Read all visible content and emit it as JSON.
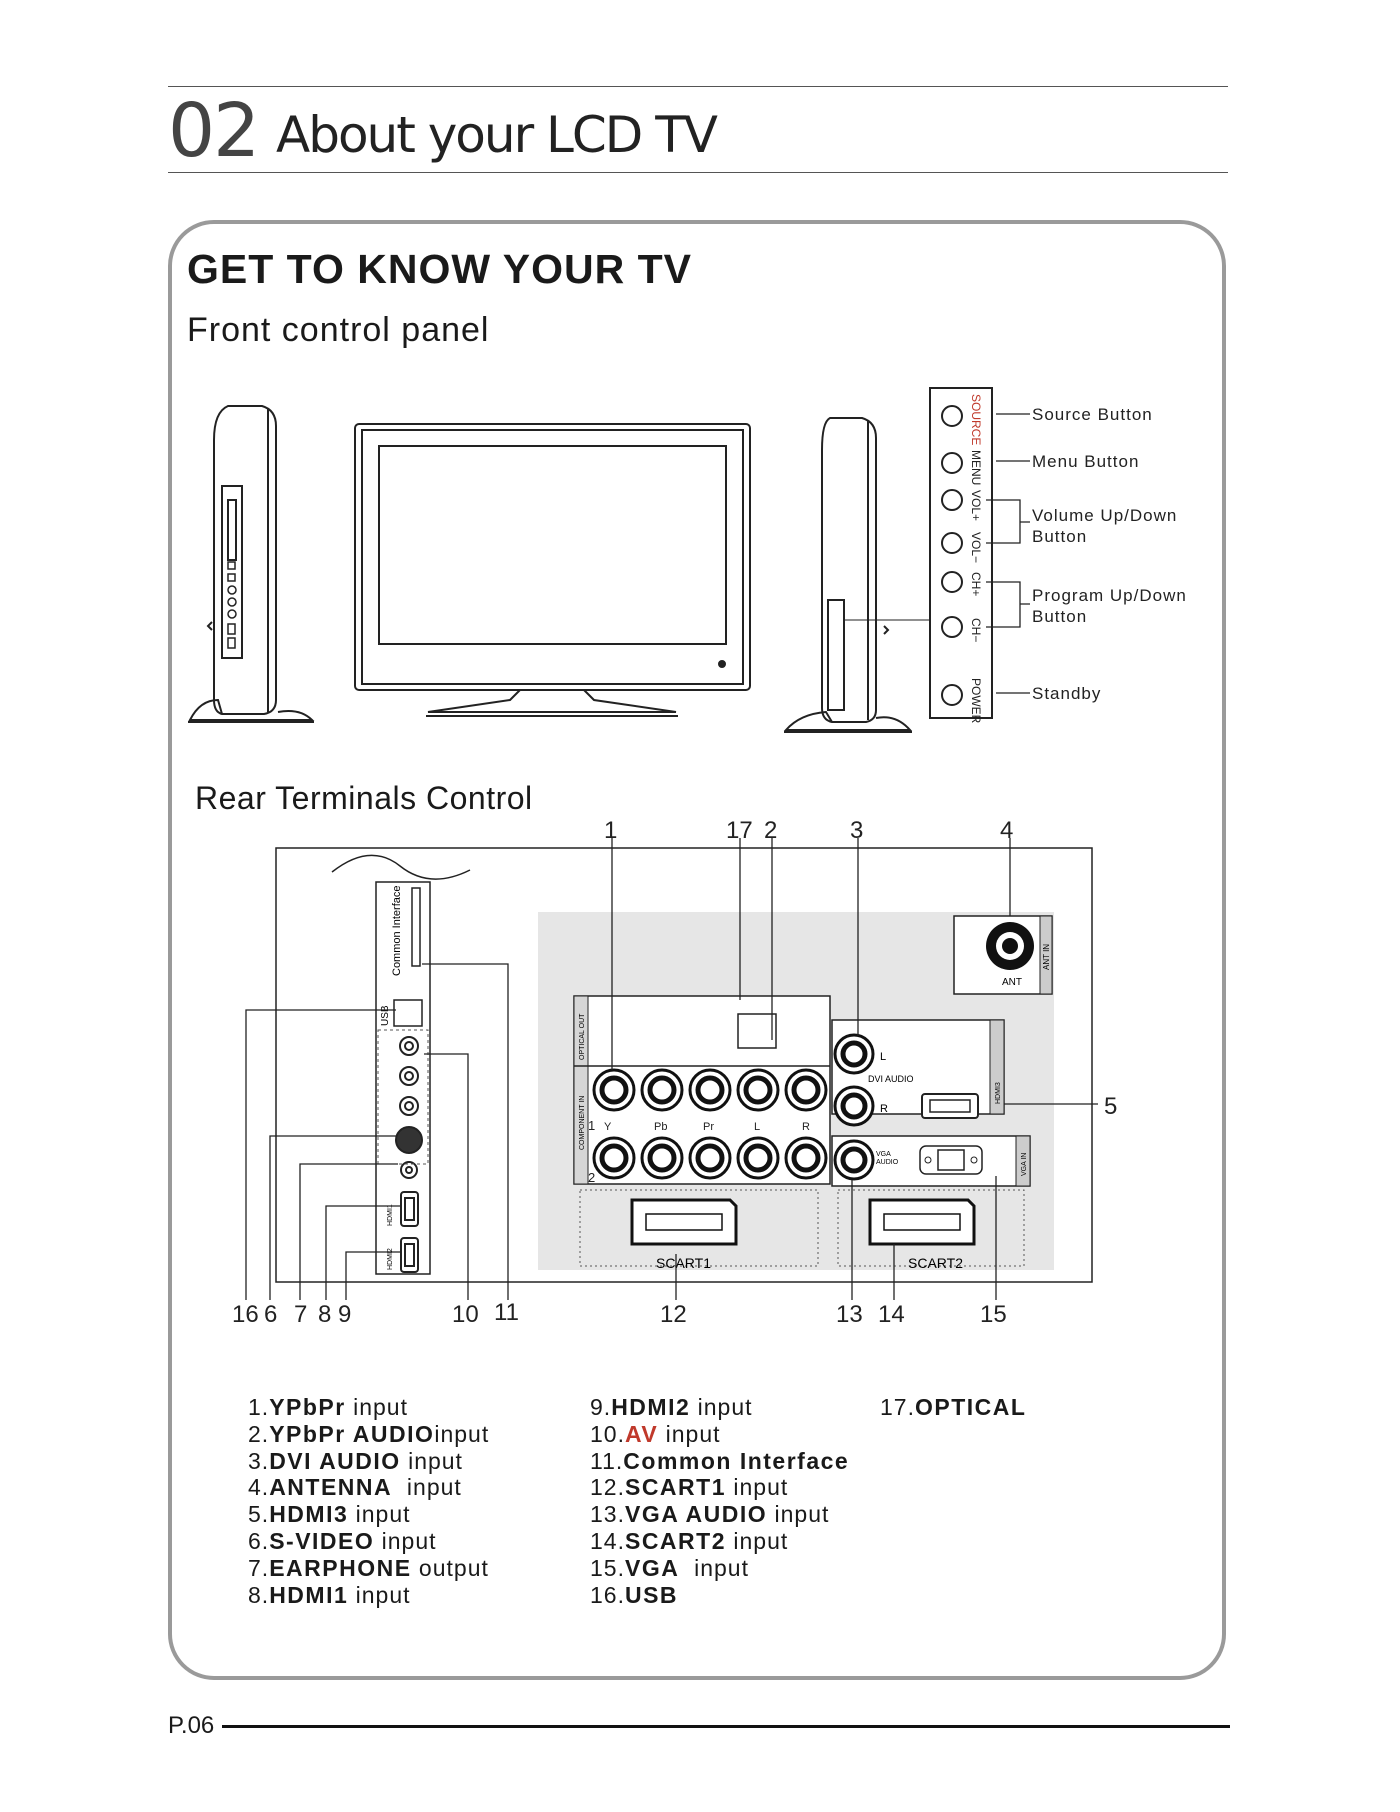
{
  "chapter": {
    "number": "02",
    "title": "About your LCD TV"
  },
  "section_title": "GET TO KNOW YOUR TV",
  "front_panel": {
    "heading": "Front control panel",
    "button_labels": [
      "SOURCE",
      "MENU",
      "VOL+",
      "VOL−",
      "CH+",
      "CH−",
      "POWER"
    ],
    "callouts": {
      "source": "Source Button",
      "menu": "Menu Button",
      "volume_line1": "Volume Up/Down",
      "volume_line2": "Button",
      "program_line1": "Program Up/Down",
      "program_line2": "Button",
      "standby": "Standby"
    }
  },
  "rear_panel": {
    "heading": "Rear Terminals Control",
    "top_numbers": [
      "1",
      "17",
      "2",
      "3",
      "4"
    ],
    "right_number": "5",
    "bottom_numbers": [
      "16",
      "6",
      "7",
      "8",
      "9",
      "10",
      "11",
      "12",
      "13",
      "14",
      "15"
    ],
    "labels": {
      "common_interface": "Common Interface",
      "usb": "USB",
      "ant": "ANT",
      "ant_in": "ANT IN",
      "dvi_audio": "DVI AUDIO",
      "l": "L",
      "r": "R",
      "row1": "1",
      "row2": "2",
      "y": "Y",
      "pb": "Pb",
      "pr": "Pr",
      "scart1": "SCART1",
      "scart2": "SCART2",
      "vga_audio_1": "VGA",
      "vga_audio_2": "AUDIO",
      "vga_in": "VGA IN",
      "hdmi3": "HDMI3",
      "optical_out": "OPTICAL OUT",
      "component_in": "COMPONENT IN",
      "hdmi1": "HDMI1",
      "hdmi2": "HDMI2"
    }
  },
  "legend": {
    "col1": [
      {
        "num": "1.",
        "bold": "YPbPr",
        "rest": " input"
      },
      {
        "num": "2.",
        "bold": "YPbPr  AUDIO",
        "rest": "input"
      },
      {
        "num": "3.",
        "bold": "DVI  AUDIO",
        "rest": " input"
      },
      {
        "num": "4.",
        "bold": "ANTENNA",
        "rest": "  input"
      },
      {
        "num": "5.",
        "bold": "HDMI3",
        "rest": " input"
      },
      {
        "num": "6.",
        "bold": "S-VIDEO",
        "rest": " input"
      },
      {
        "num": "7.",
        "bold": "EARPHONE",
        "rest": " output"
      },
      {
        "num": "8.",
        "bold": "HDMI1",
        "rest": " input"
      }
    ],
    "col2": [
      {
        "num": "9.",
        "bold": "HDMI2",
        "rest": " input"
      },
      {
        "num": "10.",
        "bold": "AV",
        "rest": " input"
      },
      {
        "num": "11.",
        "bold": "Common  Interface",
        "rest": ""
      },
      {
        "num": "12.",
        "bold": "SCART1",
        "rest": " input"
      },
      {
        "num": "13.",
        "bold": "VGA  AUDIO",
        "rest": " input"
      },
      {
        "num": "14.",
        "bold": "SCART2",
        "rest": " input"
      },
      {
        "num": "15.",
        "bold": "VGA",
        "rest": "  input"
      },
      {
        "num": "16.",
        "bold": "USB",
        "rest": ""
      }
    ],
    "col3": [
      {
        "num": "17.",
        "bold": "OPTICAL",
        "rest": ""
      }
    ]
  },
  "colors": {
    "accent_red": "#c0392b",
    "frame_gray": "#9a9a9a",
    "panel_gray": "#e6e6e6"
  },
  "footer": {
    "page": "P.06"
  }
}
